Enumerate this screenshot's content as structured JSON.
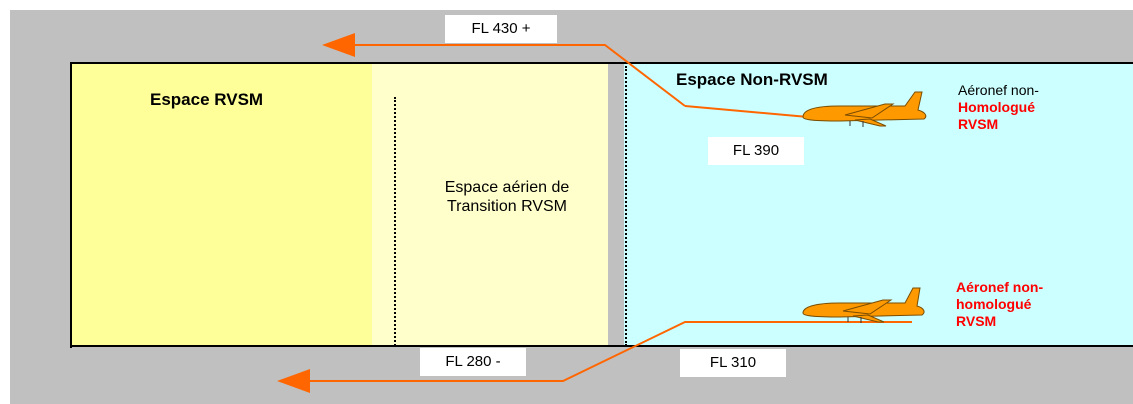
{
  "zones": {
    "rvsm": "Espace RVSM",
    "transition": [
      "Espace aérien de",
      "Transition RVSM"
    ],
    "non_rvsm": "Espace Non-RVSM"
  },
  "labels": {
    "fl430": "FL 430 +",
    "fl390": "FL 390",
    "fl280": "FL 280 -",
    "fl310": "FL 310"
  },
  "aircraft_top": {
    "line1": "Aéronef non-",
    "line2": "Homologué",
    "line3": "RVSM"
  },
  "aircraft_bottom": {
    "line1": "Aéronef non-",
    "line2": "homologué",
    "line3": "RVSM"
  },
  "colors": {
    "rvsm_zone": "#ffff99",
    "transition_zone": "#ffffcc",
    "non_rvsm_zone": "#ccffff",
    "background": "#c0c0c0",
    "arrow": "#ff6600",
    "aircraft": "#ff9900",
    "highlight_text": "#ff0000"
  }
}
